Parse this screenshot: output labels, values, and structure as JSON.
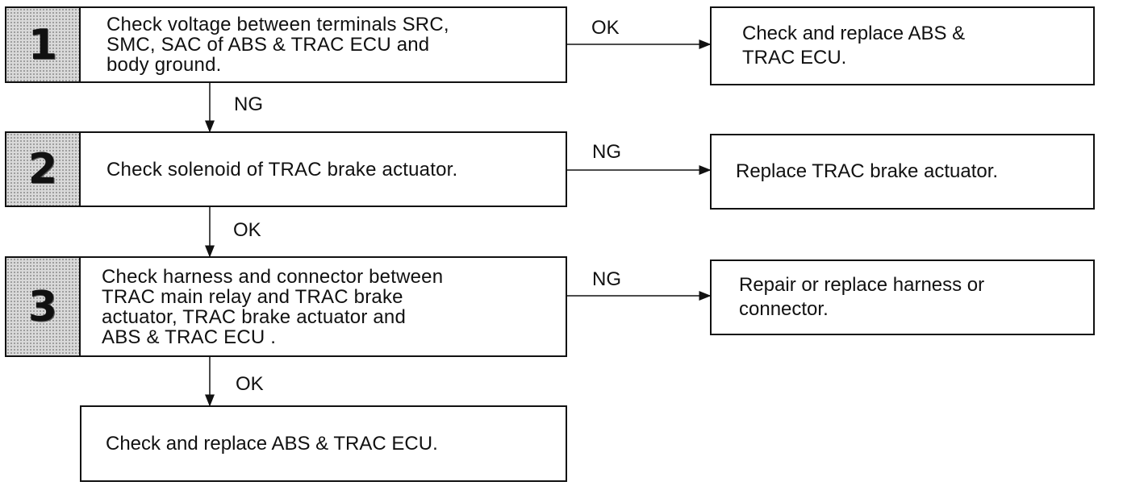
{
  "steps": [
    {
      "number": "1",
      "lines": [
        "Check voltage between terminals SRC,",
        "SMC, SAC of ABS & TRAC ECU and",
        "body ground."
      ]
    },
    {
      "number": "2",
      "lines": [
        "Check solenoid of TRAC brake actuator."
      ]
    },
    {
      "number": "3",
      "lines": [
        "Check harness and connector between",
        "TRAC main relay and TRAC brake",
        "actuator, TRAC brake actuator and",
        "ABS & TRAC ECU ."
      ]
    }
  ],
  "results": [
    {
      "lines": [
        "Check and replace ABS &",
        "TRAC ECU."
      ]
    },
    {
      "lines": [
        "Replace TRAC brake actuator."
      ]
    },
    {
      "lines": [
        "Repair or replace harness or",
        "connector."
      ]
    }
  ],
  "final": {
    "lines": [
      "Check and replace ABS & TRAC ECU."
    ]
  },
  "edges": {
    "step1_right": "OK",
    "step1_down": "NG",
    "step2_right": "NG",
    "step2_down": "OK",
    "step3_right": "NG",
    "step3_down": "OK"
  }
}
